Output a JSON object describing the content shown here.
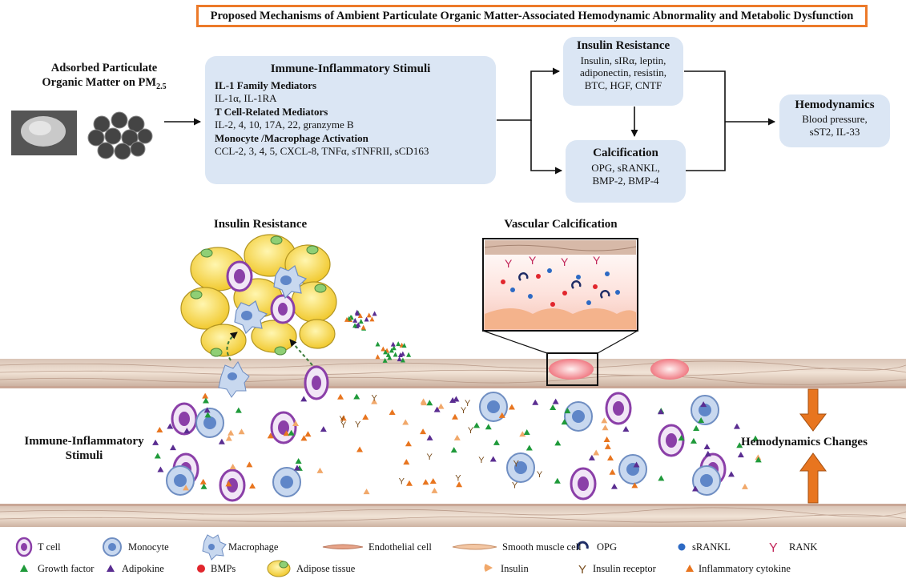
{
  "title": "Proposed Mechanisms of Ambient Particulate Organic Matter-Associated Hemodynamic Abnormality and Metabolic Dysfunction",
  "pm_label": {
    "line1": "Adsorbed Particulate",
    "line2": "Organic Matter on PM",
    "sub": "2.5"
  },
  "immune_box": {
    "title": "Immune-Inflammatory Stimuli",
    "groups": [
      {
        "heading": "IL-1 Family Mediators",
        "items": "IL-1α, IL-1RA"
      },
      {
        "heading": "T Cell-Related Mediators",
        "items": "IL-2, 4, 10, 17A, 22, granzyme B"
      },
      {
        "heading": "Monocyte /Macrophage Activation",
        "items": "CCL-2, 3, 4, 5, CXCL-8, TNFα, sTNFRII, sCD163"
      }
    ]
  },
  "insulin_box": {
    "title": "Insulin Resistance",
    "lines": [
      "Insulin, sIRα, leptin,",
      "adiponectin, resistin,",
      "BTC, HGF, CNTF"
    ]
  },
  "calc_box": {
    "title": "Calcification",
    "lines": [
      "OPG, sRANKL,",
      "BMP-2, BMP-4"
    ]
  },
  "hemo_box": {
    "title": "Hemodynamics",
    "lines": [
      "Blood pressure,",
      "sST2, IL-33"
    ]
  },
  "illustration": {
    "insulin_resistance_label": "Insulin Resistance",
    "vascular_calcification_label": "Vascular Calcification",
    "immune_label_line1": "Immune-Inflammatory",
    "immune_label_line2": "Stimuli",
    "hemodynamics_changes_label": "Hemodynamics Changes"
  },
  "legend": [
    {
      "icon": "t-cell",
      "label": "T cell"
    },
    {
      "icon": "monocyte",
      "label": "Monocyte"
    },
    {
      "icon": "macrophage",
      "label": "Macrophage"
    },
    {
      "icon": "endothelial-cell",
      "label": "Endothelial cell"
    },
    {
      "icon": "smooth-muscle-cell",
      "label": "Smooth muscle cell"
    },
    {
      "icon": "opg",
      "label": "OPG"
    },
    {
      "icon": "srankl",
      "label": "sRANKL"
    },
    {
      "icon": "rank",
      "label": "RANK"
    },
    {
      "icon": "growth-factor",
      "label": "Growth factor"
    },
    {
      "icon": "adipokine",
      "label": "Adipokine"
    },
    {
      "icon": "bmps",
      "label": "BMPs"
    },
    {
      "icon": "adipose-tissue",
      "label": "Adipose tissue"
    },
    {
      "icon": "insulin",
      "label": "Insulin"
    },
    {
      "icon": "insulin-receptor",
      "label": "Insulin receptor"
    },
    {
      "icon": "inflammatory-cytokine",
      "label": "Inflammatory cytokine"
    }
  ],
  "colors": {
    "title_border": "#ec7a2a",
    "box_fill": "#dbe6f4",
    "t_cell": "#8b3fa8",
    "monocyte": "#8aa8d6",
    "arrow_orange": "#e8751f"
  }
}
